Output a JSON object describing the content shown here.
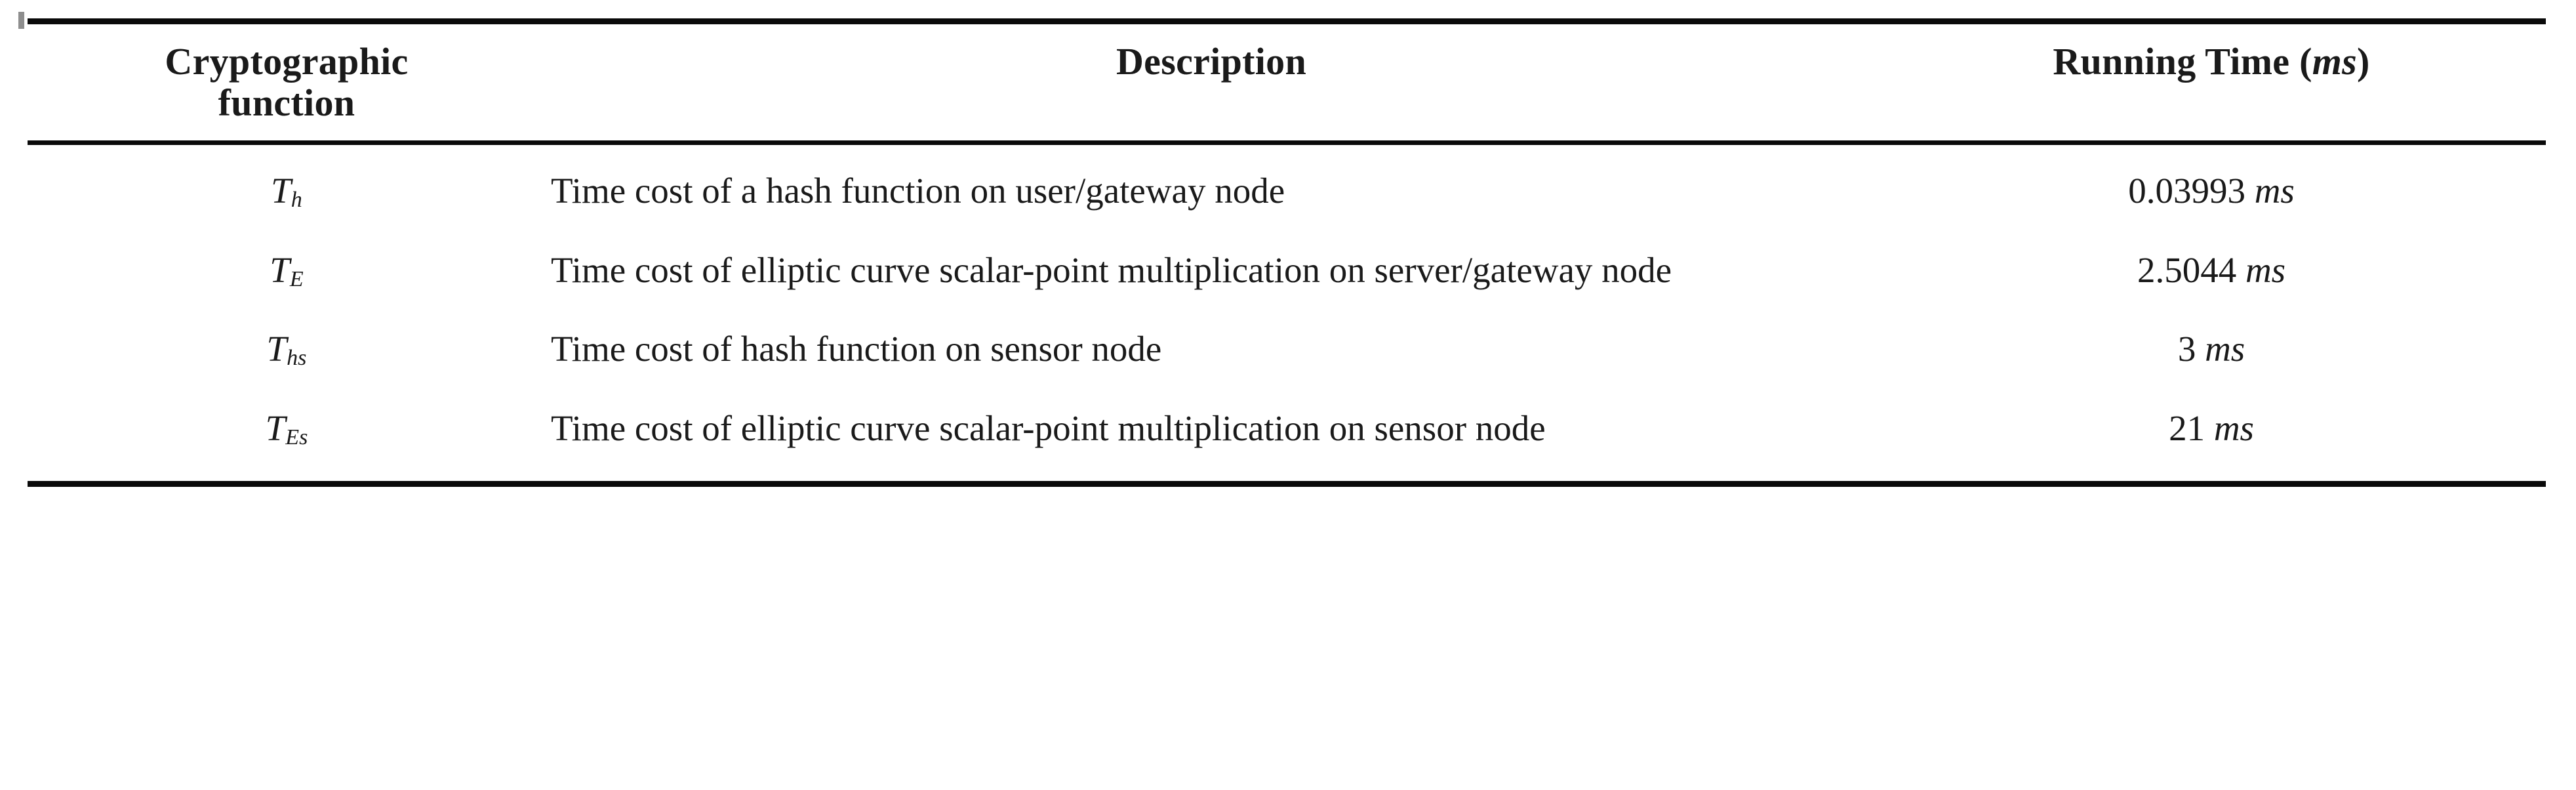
{
  "table": {
    "columns": [
      {
        "id": "function",
        "label_line1": "Cryptographic",
        "label_line2": "function",
        "align": "center"
      },
      {
        "id": "description",
        "label_line1": "Description",
        "label_line2": "",
        "align": "center"
      },
      {
        "id": "running_time",
        "label_line1": "Running Time (",
        "label_unit": "ms",
        "label_line1_end": ")",
        "align": "center"
      }
    ],
    "header": {
      "col1_line1": "Cryptographic",
      "col1_line2": "function",
      "col2": "Description",
      "col3_prefix": "Running Time (",
      "col3_unit": "ms",
      "col3_suffix": ")"
    },
    "rows": [
      {
        "symbol_base": "T",
        "symbol_sub": "h",
        "description": "Time cost of a hash function on user/gateway node",
        "time_value": "0.03993",
        "time_unit": "ms"
      },
      {
        "symbol_base": "T",
        "symbol_sub": "E",
        "description": "Time cost of elliptic curve scalar-point multiplication on server/gateway node",
        "time_value": "2.5044",
        "time_unit": "ms"
      },
      {
        "symbol_base": "T",
        "symbol_sub": "hs",
        "description": "Time cost of hash function on sensor node",
        "time_value": "3",
        "time_unit": "ms"
      },
      {
        "symbol_base": "T",
        "symbol_sub": "Es",
        "description": "Time cost of elliptic curve scalar-point multiplication on sensor node",
        "time_value": "21",
        "time_unit": "ms"
      }
    ]
  },
  "colors": {
    "rule": "#0a0a0a",
    "text": "#1a1a1a",
    "edge_tick": "#8e8e8e",
    "background": "#ffffff"
  }
}
